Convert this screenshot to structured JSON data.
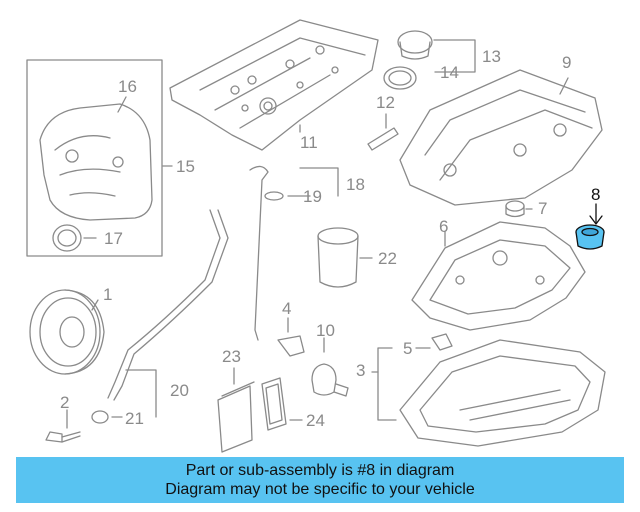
{
  "diagram": {
    "callouts": [
      "1",
      "2",
      "3",
      "4",
      "5",
      "6",
      "7",
      "8",
      "9",
      "10",
      "11",
      "12",
      "13",
      "14",
      "15",
      "16",
      "17",
      "18",
      "19",
      "20",
      "21",
      "22",
      "23",
      "24"
    ],
    "highlighted_part": "8",
    "colors": {
      "line": "#8a8a8a",
      "highlight_fill": "#58c3f1",
      "highlight_line": "#111111"
    }
  },
  "banner": {
    "line1": "Part or sub-assembly is #8 in diagram",
    "line2": "Diagram may not be specific to your vehicle",
    "background": "#58c3f1"
  }
}
